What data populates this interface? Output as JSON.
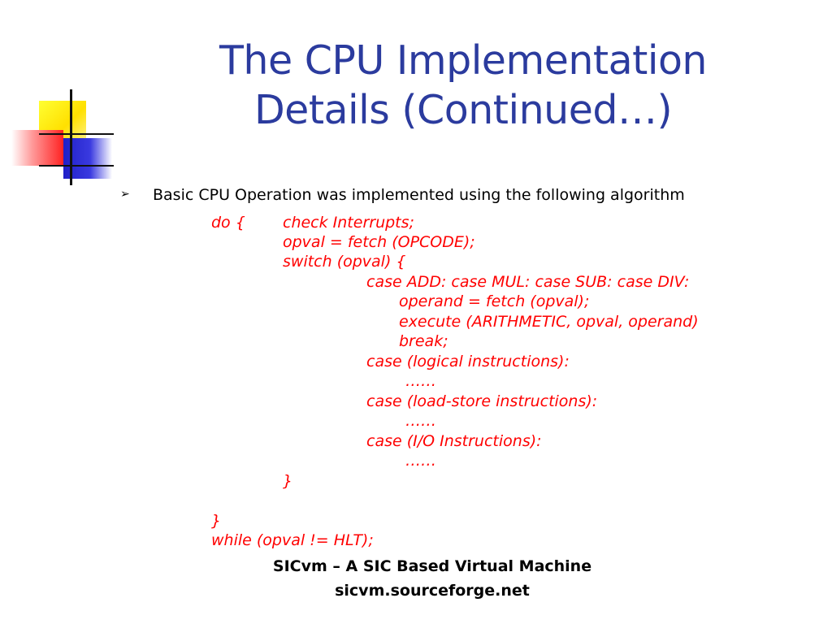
{
  "slide": {
    "title_lines": [
      "The CPU Implementation",
      "Details (Continued…)"
    ],
    "bullet": {
      "marker": "➢",
      "text": "Basic CPU Operation was implemented using the following algorithm"
    },
    "code": {
      "l0": "do {",
      "l1": "check Interrupts;",
      "l2": "opval = fetch (OPCODE);",
      "l3": "switch (opval) {",
      "l4": "case ADD: case MUL: case SUB: case DIV:",
      "l5": "operand = fetch (opval);",
      "l6": "execute (ARITHMETIC, opval, operand)",
      "l7": "break;",
      "l8": "case (logical instructions):",
      "l9": "……",
      "l10": "case (load-store instructions):",
      "l11": "……",
      "l12": "case (I/O Instructions):",
      "l13": "……",
      "l14": "}",
      "l15": "}",
      "l16": "while (opval != HLT);"
    },
    "footer": {
      "line1": "SICvm – A SIC Based Virtual Machine",
      "line2": "sicvm.sourceforge.net"
    }
  }
}
